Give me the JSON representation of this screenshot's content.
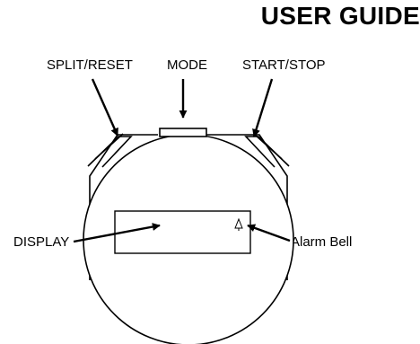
{
  "title": "USER GUIDE",
  "labels": {
    "split_reset": "SPLIT/RESET",
    "mode": "MODE",
    "start_stop": "START/STOP",
    "display": "DISPLAY",
    "alarm_bell": "Alarm Bell"
  },
  "icons": {
    "alarm": "bell-icon"
  },
  "colors": {
    "ink": "#000000",
    "paper": "#ffffff"
  }
}
